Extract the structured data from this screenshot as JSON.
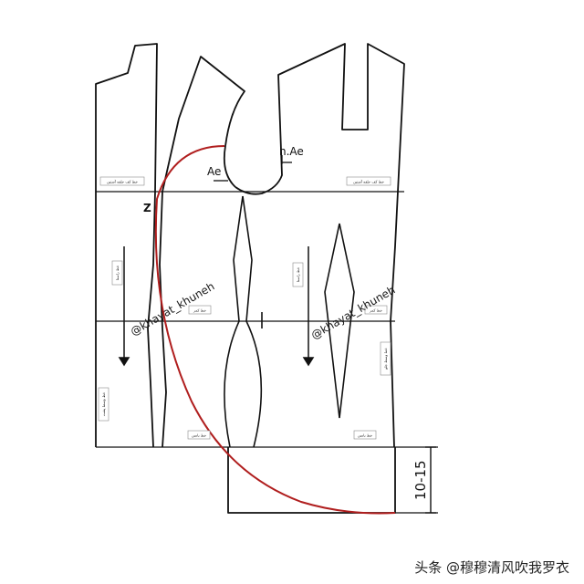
{
  "labels": {
    "point_z": "Z",
    "point_ae_left": "Ae",
    "point_ae_right": "h.Ae",
    "measure": "10-15",
    "watermark_left": "@khayat_khuneh",
    "watermark_right": "@khayat_khuneh"
  },
  "notes": {
    "back_chest_line": "خط کف حلقه آستین",
    "front_chest_line": "خط کف حلقه آستین",
    "back_waist_line": "خط کمر",
    "front_waist_line": "خط کمر",
    "back_hip_line": "خط باسن",
    "front_hip_line": "خط باسن",
    "back_grain": "خط راستا",
    "front_grain": "خط راستا",
    "back_center": "خط وسط پشت",
    "front_center": "خط وسط جلو"
  },
  "footer": "头条 @穆穆清风吹我罗衣",
  "colors": {
    "line": "#111111",
    "curve": "#b01e1e"
  }
}
